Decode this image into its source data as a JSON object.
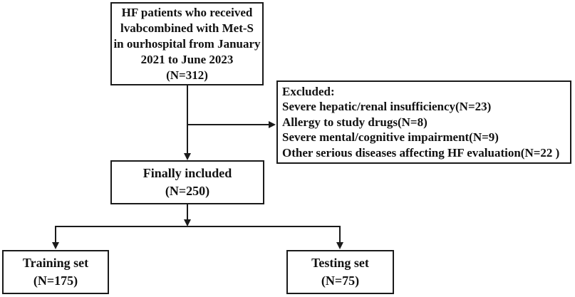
{
  "figure": {
    "type": "patient-flow-diagram",
    "background_color": "#ffffff",
    "border_color": "#1a1a1a",
    "text_color": "#111111",
    "line_color": "#1a1a1a"
  },
  "nodes": {
    "enrollment": {
      "lines": [
        "HF patients who received",
        "lvabcombined with Met-S",
        "in ourhospital from January",
        "2021 to June 2023",
        "(N=312)"
      ]
    },
    "excluded": {
      "lines": [
        "Excluded:",
        "Severe hepatic/renal insufficiency(N=23)",
        "Allergy to study drugs(N=8)",
        "Severe mental/cognitive impairment(N=9)",
        "Other serious diseases affecting HF evaluation(N=22 )"
      ]
    },
    "included": {
      "lines": [
        "Finally included",
        "(N=250)"
      ]
    },
    "training": {
      "lines": [
        "Training set",
        "(N=175)"
      ]
    },
    "testing": {
      "lines": [
        "Testing set",
        "(N=75)"
      ]
    }
  }
}
